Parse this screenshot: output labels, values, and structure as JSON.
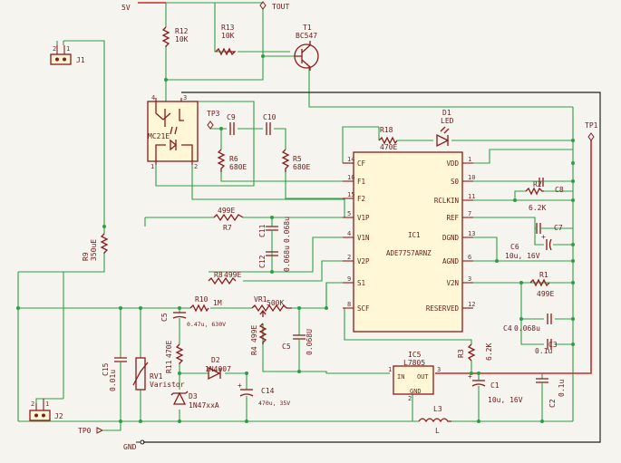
{
  "nets": {
    "vcc": "5V",
    "tout": "TOUT",
    "tp0": "TP0",
    "tp1": "TP1",
    "tp3": "TP3",
    "gnd": "GND"
  },
  "components": {
    "r12": {
      "ref": "R12",
      "value": "10K"
    },
    "r13": {
      "ref": "R13",
      "value": "10K"
    },
    "t1": {
      "ref": "T1",
      "value": "BC547"
    },
    "j1": {
      "ref": "J1",
      "p1": "1",
      "p2": "2"
    },
    "j2": {
      "ref": "J2",
      "p1": "1",
      "p2": "2"
    },
    "mc": {
      "ref": "MC21E",
      "p1": "1",
      "p2": "2",
      "p3": "3",
      "p4": "4"
    },
    "c9": {
      "ref": "C9"
    },
    "c10": {
      "ref": "C10"
    },
    "r6": {
      "ref": "R6",
      "value": "680E"
    },
    "r5": {
      "ref": "R5",
      "value": "680E"
    },
    "r18": {
      "ref": "R18",
      "value": "470E"
    },
    "d1": {
      "ref": "D1",
      "value": "LED"
    },
    "r7": {
      "ref": "R7",
      "value": "499E"
    },
    "r8": {
      "ref": "R8",
      "value": "499E"
    },
    "r9": {
      "ref": "R9",
      "value": "350uE"
    },
    "c11": {
      "ref": "C11",
      "value": "0.068u"
    },
    "c12": {
      "ref": "C12",
      "value": "0.068u"
    },
    "r2": {
      "ref": "R2",
      "value": "6.2K"
    },
    "c8": {
      "ref": "C8"
    },
    "c7": {
      "ref": "C7"
    },
    "c6": {
      "ref": "C6",
      "value": "10u, 16V"
    },
    "r1": {
      "ref": "R1",
      "value": "499E"
    },
    "c4": {
      "ref": "C4",
      "value": "0.068u"
    },
    "c3": {
      "ref": "C3",
      "value": "0.1u"
    },
    "r10": {
      "ref": "R10",
      "value": "1M"
    },
    "vr1": {
      "ref": "VR1",
      "value": "500K"
    },
    "c5a": {
      "ref": "C5",
      "value": "0.47u, 630V"
    },
    "c5b": {
      "ref": "C5",
      "value": "0.068U"
    },
    "r4": {
      "ref": "R4",
      "value": "499E"
    },
    "r11": {
      "ref": "R11",
      "value": "470E"
    },
    "d2": {
      "ref": "D2",
      "value": "1N4007"
    },
    "d3": {
      "ref": "D3",
      "value": "1N47xxA"
    },
    "c14": {
      "ref": "C14",
      "value": "470u, 35V"
    },
    "c15": {
      "ref": "C15",
      "value": "0.01u"
    },
    "rv1": {
      "ref": "RV1",
      "value": "Varistor"
    },
    "r3": {
      "ref": "R3",
      "value": "6.2K"
    },
    "c1": {
      "ref": "C1",
      "value": "10u, 16V"
    },
    "c2": {
      "ref": "C2",
      "value": "0.1u"
    },
    "l3": {
      "ref": "L3",
      "value": "L"
    },
    "ic5": {
      "ref": "IC5",
      "value": "L7805",
      "in": "IN",
      "out": "OUT",
      "gnd": "GND",
      "p1": "1",
      "p2": "2",
      "p3": "3"
    }
  },
  "ic1": {
    "ref": "IC1",
    "part": "ADE7757ARNZ",
    "left_pins": [
      {
        "num": "14",
        "name": "CF"
      },
      {
        "num": "16",
        "name": "F1"
      },
      {
        "num": "15",
        "name": "F2"
      },
      {
        "num": "5",
        "name": "V1P"
      },
      {
        "num": "4",
        "name": "V1N"
      },
      {
        "num": "2",
        "name": "V2P"
      },
      {
        "num": "9",
        "name": "S1"
      },
      {
        "num": "8",
        "name": "SCF"
      }
    ],
    "right_pins": [
      {
        "num": "1",
        "name": "VDD"
      },
      {
        "num": "10",
        "name": "S0"
      },
      {
        "num": "11",
        "name": "RCLKIN"
      },
      {
        "num": "7",
        "name": "REF"
      },
      {
        "num": "13",
        "name": "DGND"
      },
      {
        "num": "6",
        "name": "AGND"
      },
      {
        "num": "3",
        "name": "V2N"
      },
      {
        "num": "12",
        "name": "RESERVED"
      }
    ]
  }
}
